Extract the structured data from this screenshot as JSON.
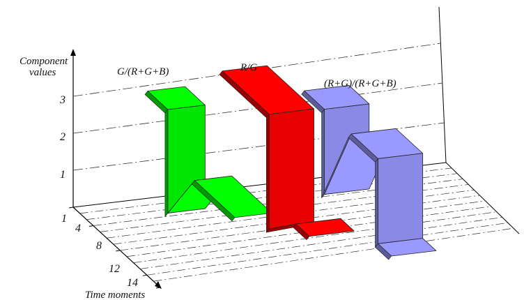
{
  "chart_data": {
    "type": "area",
    "title": "",
    "ylabel_line1": "Component",
    "ylabel_line2": "values",
    "xlabel": "Time moments",
    "y_ticks": [
      "1",
      "2",
      "3"
    ],
    "x_ticks": [
      "1",
      "4",
      "8",
      "12",
      "14"
    ],
    "grid": true,
    "series": [
      {
        "name": "G/(R+G+B)",
        "color": "#00ff00",
        "points": [
          [
            1,
            2.9
          ],
          [
            4,
            2.9
          ],
          [
            4,
            0.1
          ],
          [
            8,
            1.65
          ],
          [
            14,
            1.65
          ]
        ]
      },
      {
        "name": "R/G",
        "color": "#ff0000",
        "points": [
          [
            1,
            3.2
          ],
          [
            8,
            3.2
          ],
          [
            8,
            0.1
          ],
          [
            12,
            0.9
          ],
          [
            14,
            0.9
          ]
        ]
      },
      {
        "name": "(R+G)/(R+G+B)",
        "color": "#9999ff",
        "points": [
          [
            1,
            2.4
          ],
          [
            4,
            2.4
          ],
          [
            4,
            0.1
          ],
          [
            8,
            2.4
          ],
          [
            12,
            2.4
          ],
          [
            12,
            0.1
          ],
          [
            14,
            0.1
          ]
        ]
      }
    ]
  }
}
